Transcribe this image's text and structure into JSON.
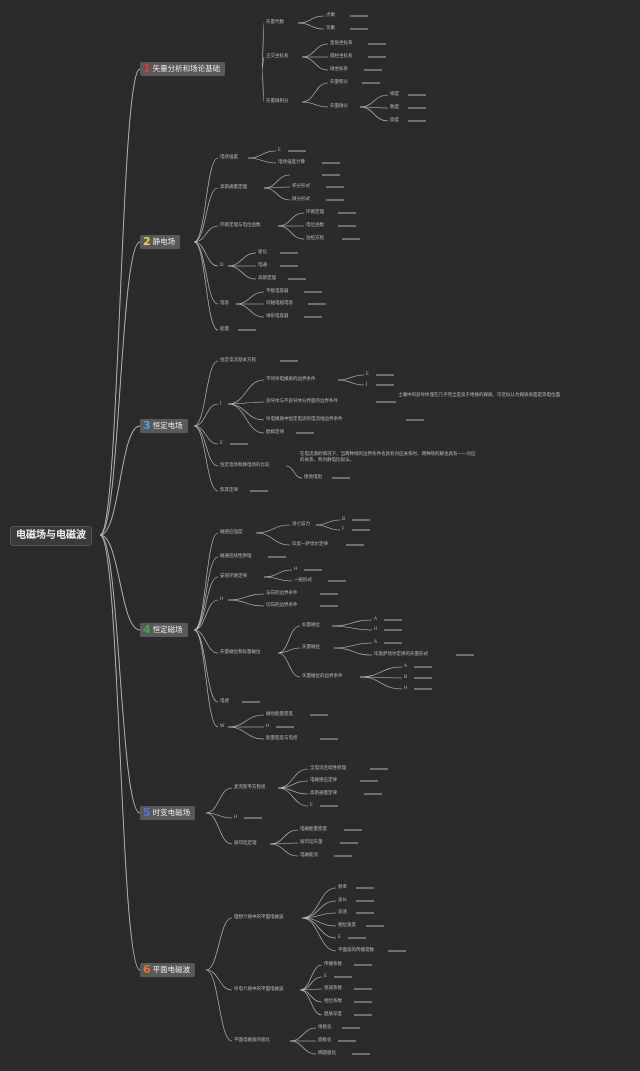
{
  "root": {
    "label": "电磁场与电磁波"
  },
  "colors": {
    "background": "#2b2b2b",
    "line": "#cfcfcf",
    "b1": "#e03a3a",
    "b2": "#e8d44a",
    "b3": "#4aa3e0",
    "b4": "#3fae49",
    "b5": "#5a6fd6",
    "b6": "#e8743a"
  },
  "branches": [
    {
      "num": "1",
      "label": "矢量分析和场论基础",
      "children": [
        {
          "label": "矢量代数",
          "children": [
            {
              "label": "点乘"
            },
            {
              "label": "叉乘"
            }
          ]
        },
        {
          "label": "正交坐标系",
          "children": [
            {
              "label": "直角坐标系"
            },
            {
              "label": "圆柱坐标系"
            },
            {
              "label": "球坐标系"
            }
          ]
        },
        {
          "label": "矢量微积分",
          "children": [
            {
              "label": "矢量积分"
            },
            {
              "label": "矢量微分",
              "children": [
                {
                  "label": "梯度"
                },
                {
                  "label": "散度"
                },
                {
                  "label": "旋度"
                }
              ]
            }
          ]
        }
      ]
    },
    {
      "num": "2",
      "label": "静电场",
      "children": [
        {
          "label": "电场强度",
          "children": [
            {
              "label": "E"
            },
            {
              "label": "电场强度计算"
            }
          ]
        },
        {
          "label": "高斯通量定理",
          "children": [
            {
              "label": ""
            },
            {
              "label": "积分形式"
            },
            {
              "label": "微分形式"
            }
          ]
        },
        {
          "label": "环路定理与电位函数",
          "children": [
            {
              "label": "环路定理"
            },
            {
              "label": "电位函数"
            },
            {
              "label": "泊松方程"
            }
          ]
        },
        {
          "label": "D",
          "children": [
            {
              "label": "极化"
            },
            {
              "label": "电通"
            },
            {
              "label": "高斯定理"
            }
          ]
        },
        {
          "label": "电容",
          "children": [
            {
              "label": "平板电容器"
            },
            {
              "label": "同轴电缆电容"
            },
            {
              "label": "球形电容器"
            }
          ]
        },
        {
          "label": "能量"
        }
      ]
    },
    {
      "num": "3",
      "label": "恒定电场",
      "children": [
        {
          "label": "恒定电流基本方程"
        },
        {
          "label": "J",
          "children": [
            {
              "label": "不同导电媒质的边界条件",
              "children": [
                {
                  "label": "E"
                },
                {
                  "label": "J"
                }
              ]
            },
            {
              "label": "良导体与不良导体分界面的边界条件",
              "note": "土壤中的良导体埋在几乎完全是良于绝缘的媒质。可近似认为媒质表面是等电位面"
            },
            {
              "label": "导电媒质中恒定电流的电流线边界条件"
            },
            {
              "label": "欧姆定律"
            }
          ]
        },
        {
          "label": "E"
        },
        {
          "label": "恒定电场和静电场的比较",
          "note": "在电流源的情况下，当两种场的边界条件也具有对应关系时，两种场的解也具有一一对应的关系，称为静电比拟法。",
          "children": [
            {
              "label": "接地电阻"
            }
          ]
        },
        {
          "label": "焦耳定律"
        }
      ]
    },
    {
      "num": "4",
      "label": "恒定磁场",
      "children": [
        {
          "label": "磁感应强度",
          "children": [
            {
              "label": "洛仑兹力",
              "children": [
                {
                  "label": "B"
                },
                {
                  "label": "F"
                }
              ]
            },
            {
              "label": "毕奥—萨伐尔定律"
            }
          ]
        },
        {
          "label": "磁通连续性原理"
        },
        {
          "label": "安培环路定律",
          "children": [
            {
              "label": "H"
            },
            {
              "label": "一般形式"
            }
          ]
        },
        {
          "label": "H",
          "children": [
            {
              "label": "法向的边界条件"
            },
            {
              "label": "切向的边界条件"
            }
          ]
        },
        {
          "label": "矢量磁位和标量磁位",
          "children": [
            {
              "label": "标量磁位",
              "children": [
                {
                  "label": "A"
                },
                {
                  "label": "H"
                }
              ]
            },
            {
              "label": "矢量磁位",
              "children": [
                {
                  "label": "A"
                },
                {
                  "label": "毕奥萨伐尔定律的矢量形式"
                }
              ]
            },
            {
              "label": "矢量磁位的边界条件",
              "children": [
                {
                  "label": "A"
                },
                {
                  "label": "B"
                },
                {
                  "label": "H"
                }
              ]
            }
          ]
        },
        {
          "label": "电感"
        },
        {
          "label": "W",
          "children": [
            {
              "label": "磁场能量密度"
            },
            {
              "label": "H"
            },
            {
              "label": "能量密度与电感"
            }
          ]
        }
      ]
    },
    {
      "num": "5",
      "label": "时变电磁场",
      "children": [
        {
          "label": "麦克斯韦方程组",
          "children": [
            {
              "label": "全电流连续性原理"
            },
            {
              "label": "电磁感应定律"
            },
            {
              "label": "高斯通量定律"
            },
            {
              "label": "E"
            }
          ]
        },
        {
          "label": "H"
        },
        {
          "label": "坡印廷定理",
          "children": [
            {
              "label": "电磁能量密度"
            },
            {
              "label": "坡印廷矢量"
            },
            {
              "label": "电磁能流"
            }
          ]
        }
      ]
    },
    {
      "num": "6",
      "label": "平面电磁波",
      "children": [
        {
          "label": "理想介质中的平面电磁波",
          "children": [
            {
              "label": "频率"
            },
            {
              "label": "波长"
            },
            {
              "label": "波速"
            },
            {
              "label": "相位速度"
            },
            {
              "label": "E"
            },
            {
              "label": "平面波的传播常数"
            }
          ]
        },
        {
          "label": "导电介质中的平面电磁波",
          "children": [
            {
              "label": "传播系数"
            },
            {
              "label": "E"
            },
            {
              "label": "衰减系数"
            },
            {
              "label": "相位系数"
            },
            {
              "label": "趋肤深度"
            }
          ]
        },
        {
          "label": "平面电磁波的极化",
          "children": [
            {
              "label": "线极化"
            },
            {
              "label": "圆极化"
            },
            {
              "label": "椭圆极化"
            }
          ]
        }
      ]
    }
  ]
}
